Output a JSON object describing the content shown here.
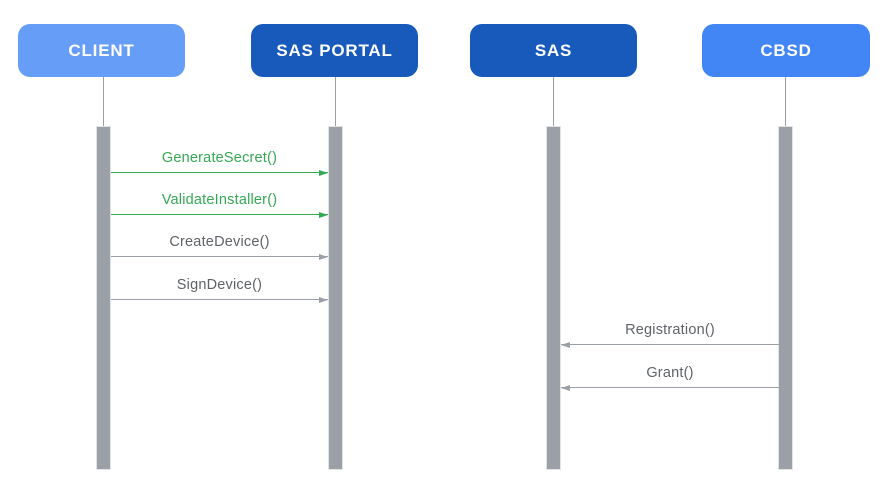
{
  "diagram": {
    "type": "sequence-diagram",
    "background": "#FFFFFF"
  },
  "actors": [
    {
      "label": "CLIENT",
      "color": "#669DF6"
    },
    {
      "label": "SAS PORTAL",
      "color": "#185ABC"
    },
    {
      "label": "SAS",
      "color": "#185ABC"
    },
    {
      "label": "CBSD",
      "color": "#4285F4"
    }
  ],
  "messages": [
    {
      "label": "GenerateSecret()",
      "from": "CLIENT",
      "to": "SAS PORTAL",
      "direction": "right",
      "color": "#34A853"
    },
    {
      "label": "ValidateInstaller()",
      "from": "CLIENT",
      "to": "SAS PORTAL",
      "direction": "right",
      "color": "#34A853"
    },
    {
      "label": "CreateDevice()",
      "from": "CLIENT",
      "to": "SAS PORTAL",
      "direction": "right",
      "color": "#9AA0A6"
    },
    {
      "label": "SignDevice()",
      "from": "CLIENT",
      "to": "SAS PORTAL",
      "direction": "right",
      "color": "#9AA0A6"
    },
    {
      "label": "Registration()",
      "from": "CBSD",
      "to": "SAS",
      "direction": "left",
      "color": "#9AA0A6"
    },
    {
      "label": "Grant()",
      "from": "CBSD",
      "to": "SAS",
      "direction": "left",
      "color": "#9AA0A6"
    }
  ],
  "colors": {
    "light_blue": "#669DF6",
    "dark_blue": "#185ABC",
    "medium_blue": "#4285F4",
    "green": "#34A853",
    "gray_line": "#9AA0A6",
    "gray_text": "#5F6368"
  }
}
